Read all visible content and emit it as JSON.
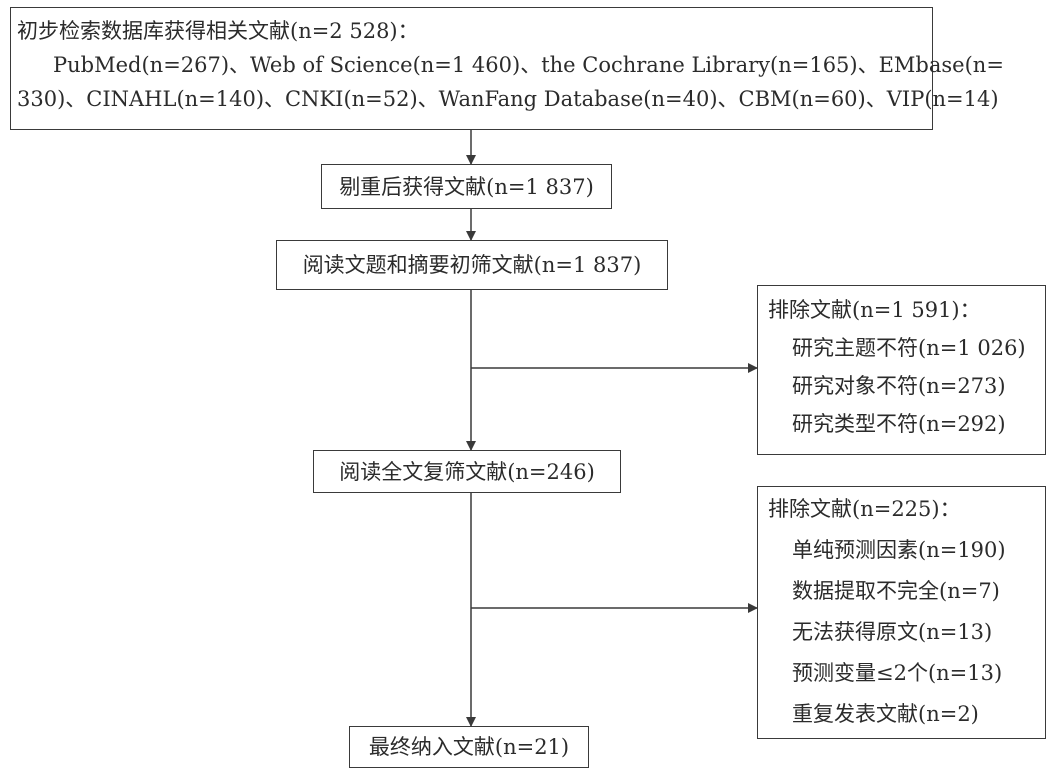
{
  "search": {
    "title": "初步检索数据库获得相关文献(n=2 528)：",
    "line1": "PubMed(n=267)、Web of Science(n=1 460)、the Cochrane Library(n=165)、EMbase(n=",
    "line2": "330)、CINAHL(n=140)、CNKI(n=52)、WanFang Database(n=40)、CBM(n=60)、VIP(n=14)"
  },
  "dedup": {
    "label": "剔重后获得文献(n=1 837)"
  },
  "title_abstract_screen": {
    "label": "阅读文题和摘要初筛文献(n=1 837)"
  },
  "exclusion_1": {
    "header": "排除文献(n=1 591)：",
    "reasons": [
      "研究主题不符(n=1 026)",
      "研究对象不符(n=273)",
      "研究类型不符(n=292)"
    ]
  },
  "fulltext_screen": {
    "label": "阅读全文复筛文献(n=246)"
  },
  "exclusion_2": {
    "header": "排除文献(n=225)：",
    "reasons": [
      "单纯预测因素(n=190)",
      "数据提取不完全(n=7)",
      "无法获得原文(n=13)",
      "预测变量≤2个(n=13)",
      "重复发表文献(n=2)"
    ]
  },
  "final": {
    "label": "最终纳入文献(n=21)"
  }
}
